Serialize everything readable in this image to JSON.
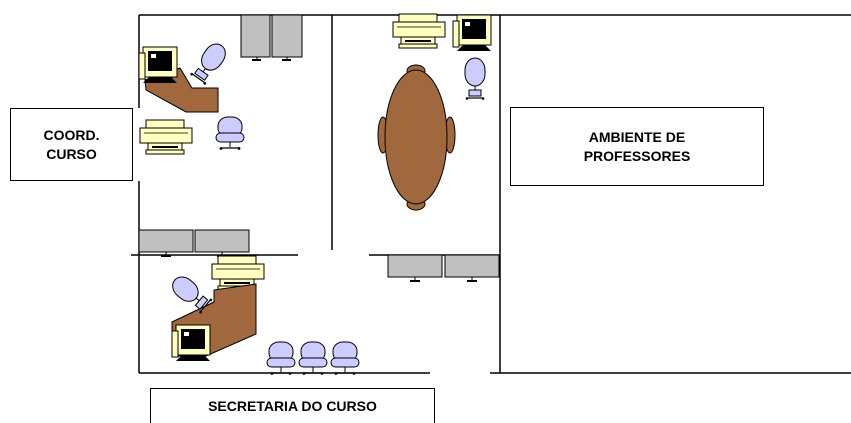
{
  "labels": {
    "coord": "COORD.\nCURSO",
    "professores": "AMBIENTE DE\nPROFESSORES",
    "secretaria": "SECRETARIA DO CURSO"
  },
  "colors": {
    "wall": "#000000",
    "desk_wood": "#a0683c",
    "cabinet_gray": "#c0c0c0",
    "printer_yellow": "#ffffc0",
    "monitor_yellow": "#ffffc0",
    "chair_lavender": "#ccccff",
    "outline": "#000000"
  },
  "icons": {
    "computer": "computer-monitor-icon",
    "printer": "printer-icon",
    "chair": "office-chair-icon",
    "cabinet": "file-cabinet-icon",
    "desk": "desk-icon",
    "table": "meeting-table-icon"
  }
}
